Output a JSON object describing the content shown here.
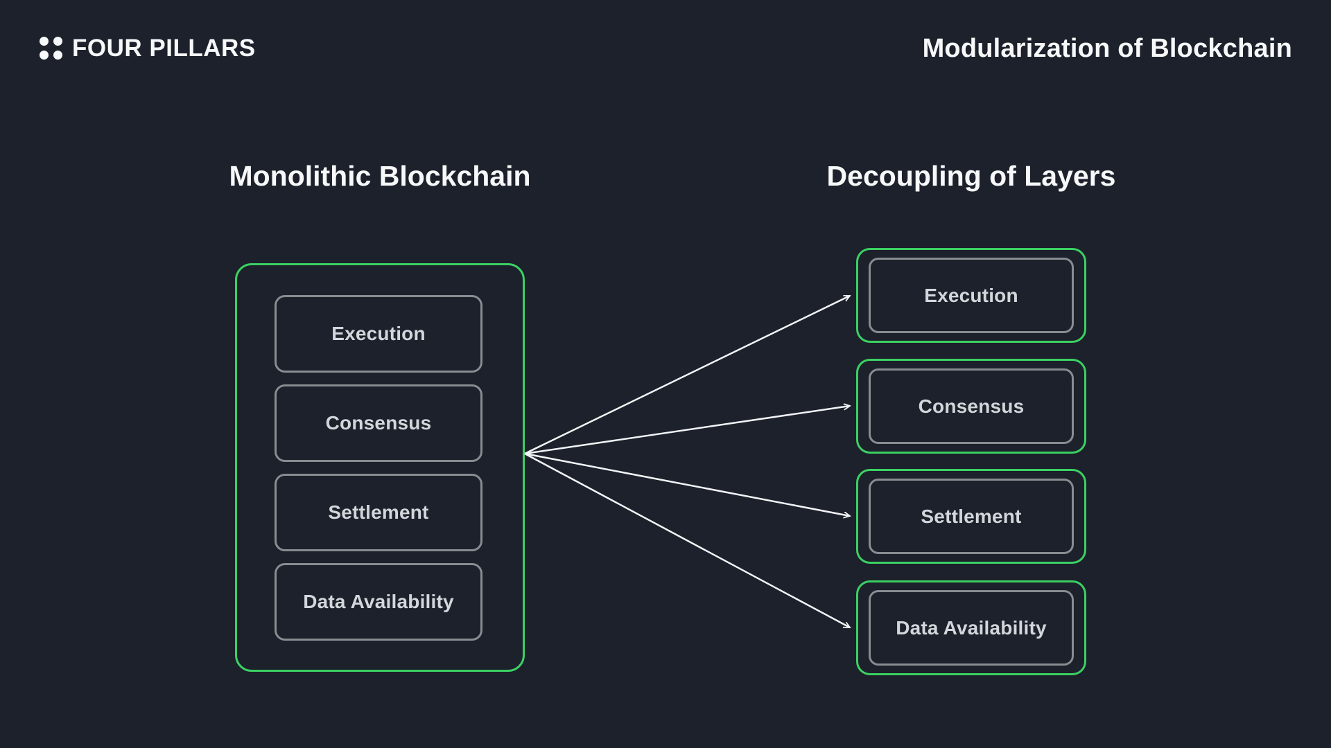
{
  "header": {
    "logo": {
      "icon": "four-dots-grid",
      "text": "FOUR PILLARS"
    },
    "title": "Modularization of Blockchain"
  },
  "diagram": {
    "left": {
      "heading": "Monolithic Blockchain",
      "layers": [
        "Execution",
        "Consensus",
        "Settlement",
        "Data Availability"
      ]
    },
    "right": {
      "heading": "Decoupling of Layers",
      "layers": [
        "Execution",
        "Consensus",
        "Settlement",
        "Data Availability"
      ]
    },
    "arrows": {
      "count": 4,
      "from": "monolithic-container-right-edge",
      "to": "each-decoupled-layer-box"
    }
  },
  "colors": {
    "background": "#1c212b",
    "accent_green": "#3bd163",
    "border_gray": "#898c90",
    "label_text": "#d3d7db",
    "heading_text": "#f7f8f9",
    "arrow": "#f2f4f6"
  }
}
